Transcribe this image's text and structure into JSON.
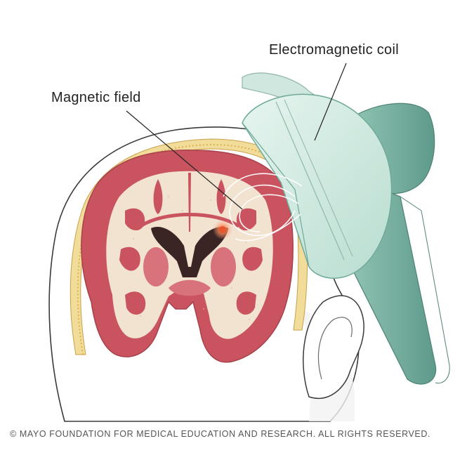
{
  "labels": {
    "coil": "Electromagnetic coil",
    "field": "Magnetic field"
  },
  "footer": {
    "copyright": "© MAYO FOUNDATION FOR MEDICAL EDUCATION AND RESEARCH. ALL RIGHTS RESERVED."
  },
  "colors": {
    "brain_cortex": "#c9545f",
    "brain_white_matter": "#f2e2d0",
    "skull": "#e8c77a",
    "coil": "#d8eee6",
    "coil_handle": "#6fa99a",
    "stimulation_point": "#e8562e"
  }
}
